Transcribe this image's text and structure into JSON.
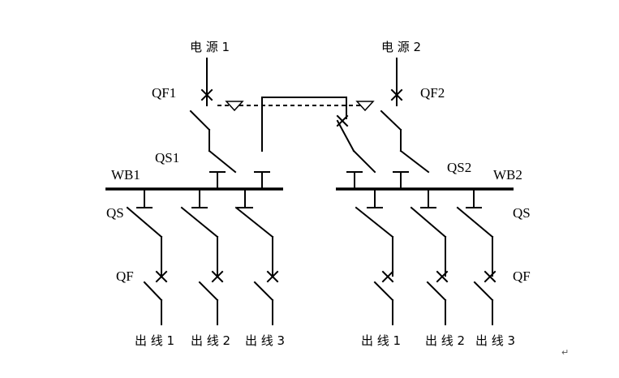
{
  "diagram": {
    "sources": {
      "left": "电 源 1",
      "right": "电 源 2"
    },
    "breakers_main": {
      "left": "QF1",
      "right": "QF2"
    },
    "isolators_main": {
      "left": "QS1",
      "right": "QS2"
    },
    "buses": {
      "left": "WB1",
      "right": "WB2"
    },
    "branch_labels": {
      "isolator_left": "QS",
      "isolator_right": "QS",
      "breaker_left": "QF",
      "breaker_right": "QF"
    },
    "outlets_left": [
      "出 线 1",
      "出 线 2",
      "出 线 3"
    ],
    "outlets_right": [
      "出 线 1",
      "出 线 2",
      "出 线 3"
    ],
    "paragraph_mark": "↵"
  }
}
